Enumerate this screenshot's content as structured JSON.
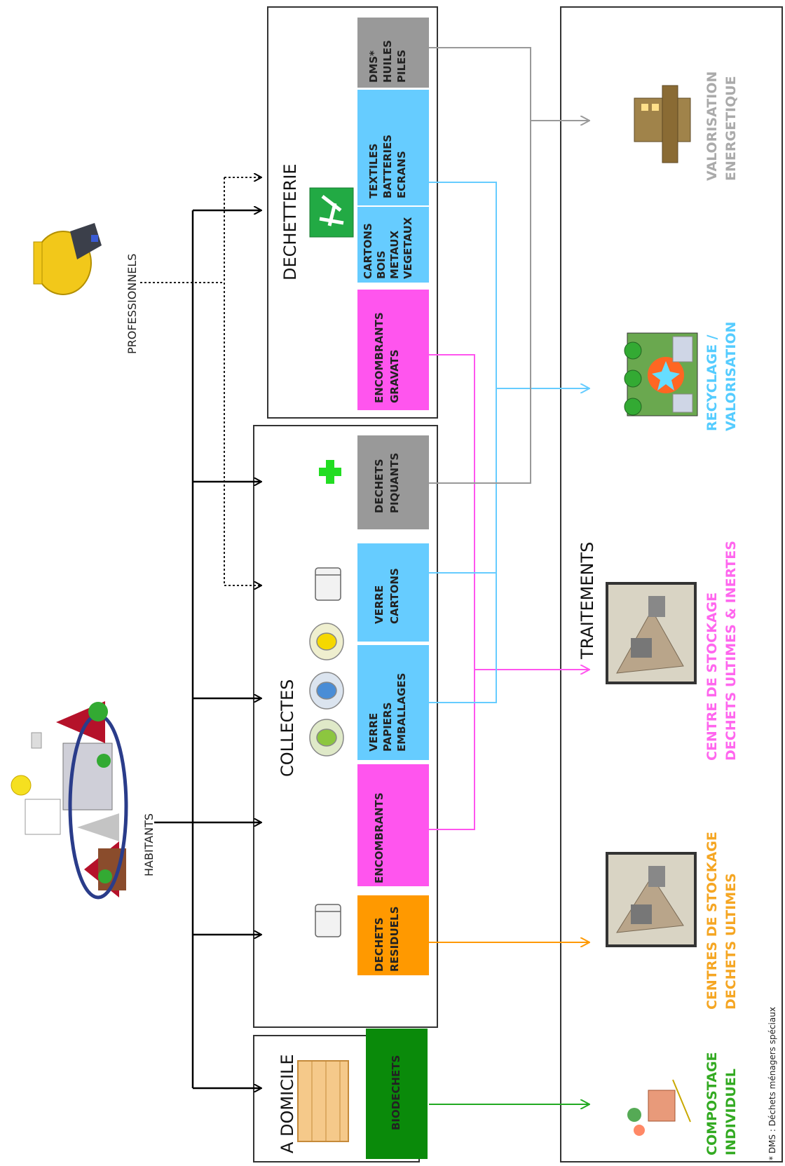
{
  "sources": {
    "habitants": "HABITANTS",
    "professionnels": "PROFESSIONNELS"
  },
  "sections": {
    "domicile": "A DOMICILE",
    "collectes": "COLLECTES",
    "dechetterie": "DECHETTERIE",
    "traitements": "TRAITEMENTS"
  },
  "boxes": {
    "biodechets": [
      "BIODECHETS"
    ],
    "residuels": [
      "DECHETS",
      "RESIDUELS"
    ],
    "encombrants_collecte": [
      "ENCOMBRANTS"
    ],
    "verre_papiers": [
      "VERRE",
      "PAPIERS",
      "EMBALLAGES"
    ],
    "verre_cartons": [
      "VERRE",
      "CARTONS"
    ],
    "piquants": [
      "DECHETS",
      "PIQUANTS"
    ],
    "encombrants_gravats": [
      "ENCOMBRANTS",
      "GRAVATS"
    ],
    "cartons_bois": [
      "CARTONS",
      "BOIS",
      "METAUX",
      "VEGETAUX"
    ],
    "textiles": [
      "TEXTILES",
      "BATTERIES",
      "ECRANS"
    ],
    "dms": [
      "DMS*",
      "HUILES",
      "PILES"
    ]
  },
  "treatments": {
    "compostage": [
      "COMPOSTAGE",
      "INDIVIDUEL"
    ],
    "centres": [
      "CENTRES DE STOCKAGE",
      "DECHETS ULTIMES"
    ],
    "centre_inertes": [
      "CENTRE DE STOCKAGE",
      "DECHETS ULTIMES & INERTES"
    ],
    "recyclage": [
      "RECYCLAGE /",
      "VALORISATION"
    ],
    "energetique": [
      "VALORISATION",
      "ENERGETIQUE"
    ]
  },
  "footnote": "* DMS : Déchets ménagers spéciaux",
  "colors": {
    "green": "#0a8a0a",
    "green_text": "#33aa22",
    "orange": "#ff9900",
    "orange_text": "#f5a623",
    "pink": "#ff55ee",
    "pink_text": "#ff66ee",
    "blue": "#66ccff",
    "blue_text": "#55ccff",
    "grey": "#999999",
    "grey_text": "#aaaaaa"
  }
}
